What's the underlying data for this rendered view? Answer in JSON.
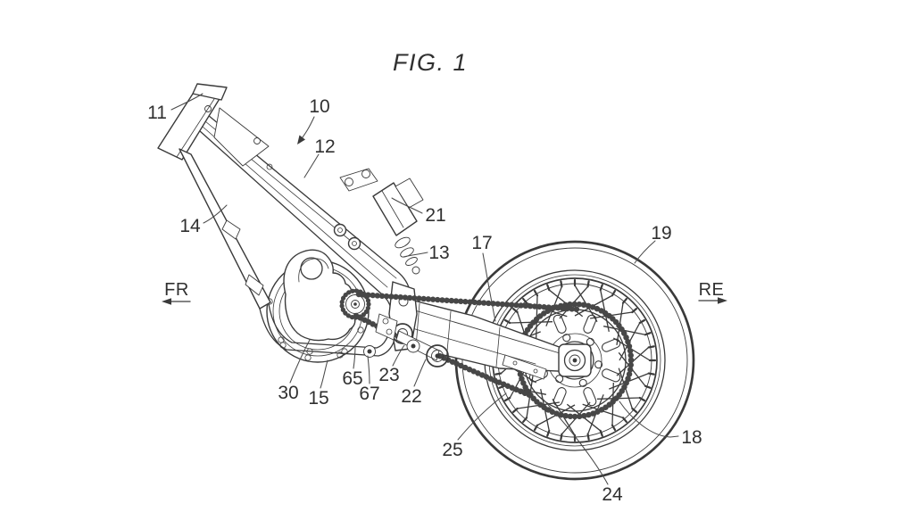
{
  "figure": {
    "title": "FIG. 1"
  },
  "directions": {
    "front": "FR",
    "rear": "RE"
  },
  "reference_numerals": {
    "n10": "10",
    "n11": "11",
    "n12": "12",
    "n13": "13",
    "n14": "14",
    "n15": "15",
    "n17": "17",
    "n18": "18",
    "n19": "19",
    "n21": "21",
    "n22": "22",
    "n23": "23",
    "n24": "24",
    "n25": "25",
    "n30": "30",
    "n65": "65",
    "n67": "67"
  }
}
